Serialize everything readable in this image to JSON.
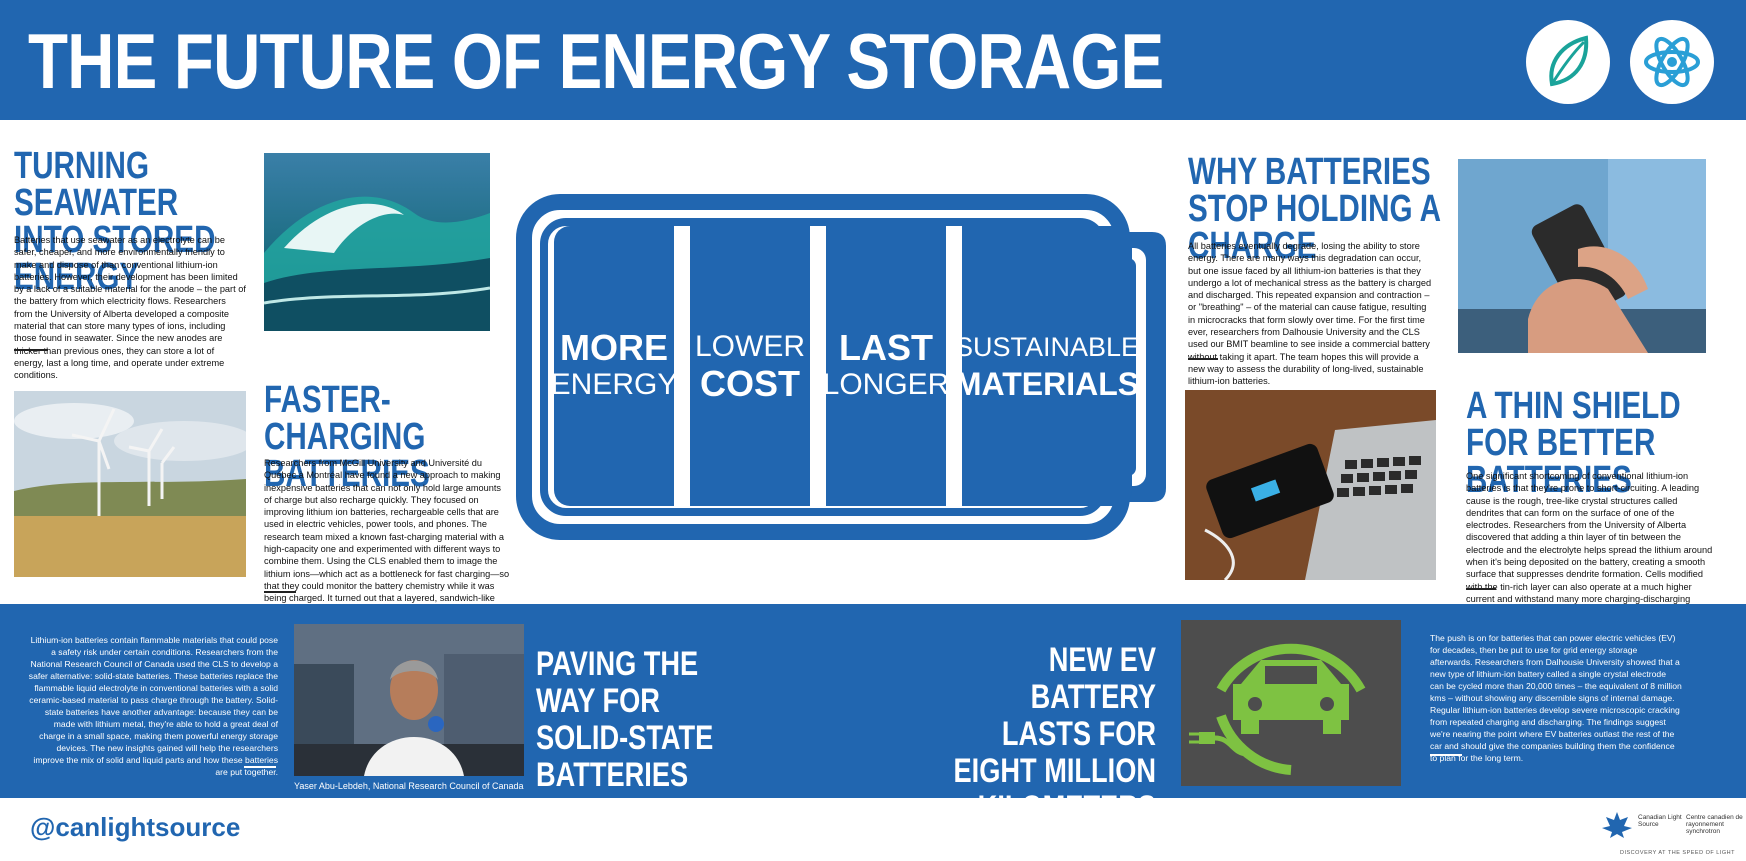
{
  "header": {
    "title": "THE FUTURE OF ENERGY STORAGE",
    "icons": [
      "leaf-icon",
      "atom-icon"
    ]
  },
  "seawater": {
    "heading": "TURNING SEAWATER INTO STORED ENERGY",
    "body": "Batteries that use seawater as an electrolyte can be safer, cheaper, and more environmentally friendly to make and dispose of than conventional lithium-ion batteries. However, their development has been limited by a lack of a suitable material for the anode – the part of the battery from which electricity flows. Researchers from the University of Alberta developed a composite material that can store many types of ions, including those found in seawater. Since the new anodes are thicker than previous ones, they can store a lot of energy, last a long time, and operate under extreme conditions."
  },
  "charging": {
    "heading": "FASTER-CHARGING BATTERIES",
    "body": "Researchers from McGill University and Université du Québec à Montréal have found a new approach to making inexpensive batteries that can not only hold large amounts of charge but also recharge quickly. They focused on improving lithium ion batteries, rechargeable cells that are used in electric vehicles, power tools, and phones. The research team mixed a known fast-charging material with a high-capacity one and experimented with different ways to combine them. Using the CLS enabled them to image the lithium ions—which act as a bottleneck for fast charging—so that they could monitor the battery chemistry while it was being charged. It turned out that a layered, sandwich-like design worked best."
  },
  "battery": {
    "cells": [
      {
        "big": "MORE",
        "small": "ENERGY"
      },
      {
        "small": "LOWER",
        "big": "COST"
      },
      {
        "big": "LAST",
        "small": "LONGER"
      },
      {
        "small": "SUSTAINABLE",
        "big": "MATERIALS"
      }
    ]
  },
  "charge": {
    "heading": "WHY BATTERIES STOP HOLDING A CHARGE",
    "body": "All batteries eventually degrade, losing the ability to store energy. There are many ways this degradation can occur, but one issue faced by all lithium-ion batteries is that they undergo a lot of mechanical stress as the battery is charged and discharged. This repeated expansion and contraction – or \"breathing\" – of the material can cause fatigue, resulting in microcracks that form slowly over time. For the first time ever, researchers from Dalhousie University and the CLS used our BMIT beamline to see inside a commercial battery without taking it apart. The team hopes this will provide a new way to assess the durability of long-lived, sustainable lithium-ion batteries."
  },
  "shield": {
    "heading": "A THIN SHIELD FOR BETTER BATTERIES",
    "body": "One significant shortcoming of conventional lithium-ion batteries is that they're prone to short-circuiting. A leading cause is the rough, tree-like crystal structures called dendrites that can form on the surface of one of the electrodes. Researchers from the University of Alberta discovered that adding a thin layer of tin between the electrode and the electrolyte helps spread the lithium around when it's being deposited on the battery, creating a smooth surface that suppresses dendrite formation. Cells modified with the tin-rich layer can also operate at a much higher current and withstand many more charging-discharging cycles than a regular cell."
  },
  "solid": {
    "heading": "PAVING THE WAY FOR SOLID-STATE BATTERIES",
    "body": "Lithium-ion batteries contain flammable materials that could pose a safety risk under certain conditions. Researchers from the National Research Council of Canada used the CLS to develop a safer alternative: solid-state batteries. These batteries replace the flammable liquid electrolyte in conventional batteries with a solid ceramic-based material to pass charge through the battery. Solid-state batteries have another advantage: because they can be made with lithium metal, they're able to hold a great deal of charge in a small space, making them powerful energy storage devices. The new insights gained will help the researchers improve the mix of solid and liquid parts and how these batteries are put together.",
    "caption": "Yaser Abu-Lebdeh, National Research Council of Canada"
  },
  "ev": {
    "heading": "NEW EV BATTERY LASTS FOR EIGHT MILLION KILOMETERS",
    "body": "The push is on for batteries that can power electric vehicles (EV) for decades, then be put to use for grid energy storage afterwards. Researchers from Dalhousie University showed that a new type of lithium-ion battery called a single crystal electrode can be cycled more than 20,000 times – the equivalent of 8 million kms – without showing any discernible signs of internal damage. Regular lithium-ion batteries develop severe microscopic cracking from repeated charging and discharging. The findings suggest we're nearing the point where EV batteries outlast the rest of the car and should give the companies building them the confidence to plan for the long term."
  },
  "footer": {
    "handle": "@canlightsource",
    "logo_en": "Canadian Light Source",
    "logo_fr": "Centre canadien de rayonnement synchrotron",
    "tagline": "DISCOVERY AT THE SPEED OF LIGHT"
  },
  "colors": {
    "brand_blue": "#2166b0",
    "teal": "#1aa39a",
    "ev_green": "#7ec242"
  }
}
